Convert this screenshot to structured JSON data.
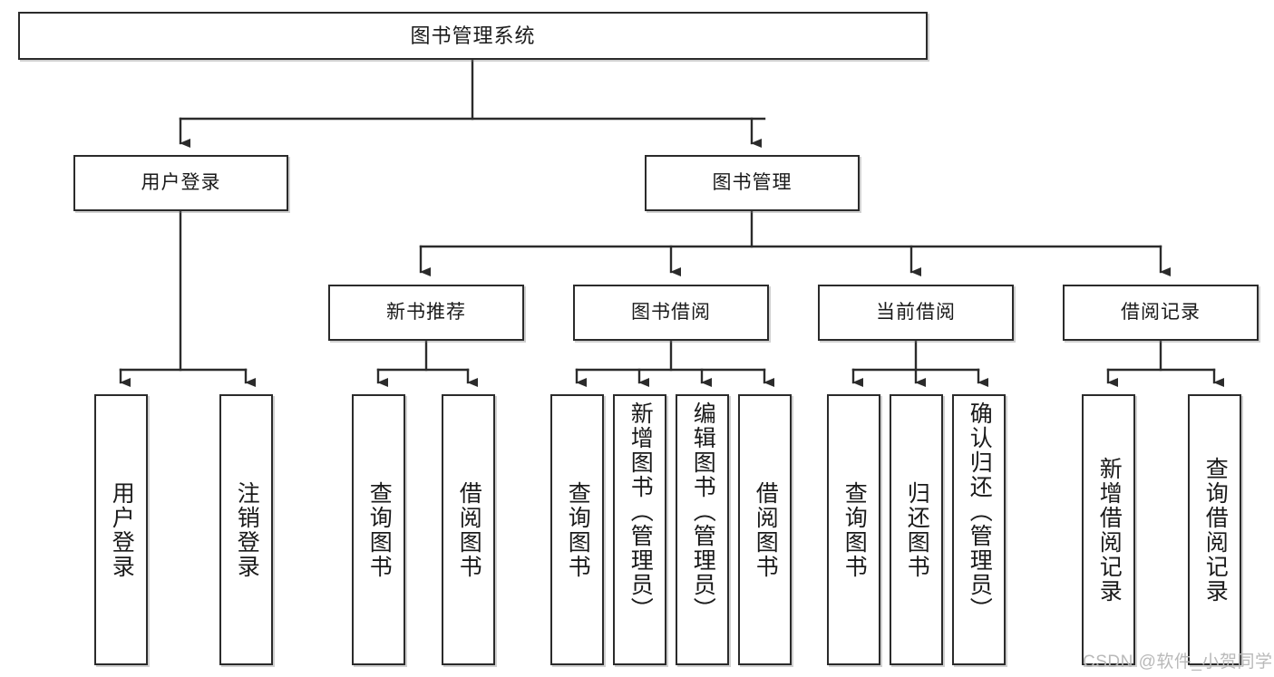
{
  "diagram": {
    "title": "图书管理系统",
    "type": "tree",
    "nodes": {
      "root": {
        "label": "图书管理系统"
      },
      "level1": [
        {
          "id": "user-login",
          "label": "用户登录"
        },
        {
          "id": "book-manage",
          "label": "图书管理"
        }
      ],
      "level2": [
        {
          "id": "new-book-recommend",
          "label": "新书推荐"
        },
        {
          "id": "book-borrow",
          "label": "图书借阅"
        },
        {
          "id": "current-borrow",
          "label": "当前借阅"
        },
        {
          "id": "borrow-record",
          "label": "借阅记录"
        }
      ],
      "leaves": [
        {
          "id": "leaf-user-login",
          "parent": "user-login",
          "label": "用户登录"
        },
        {
          "id": "leaf-user-logout",
          "parent": "user-login",
          "label": "注销登录"
        },
        {
          "id": "leaf-query-book-1",
          "parent": "new-book-recommend",
          "label": "查询图书"
        },
        {
          "id": "leaf-borrow-book-1",
          "parent": "new-book-recommend",
          "label": "借阅图书"
        },
        {
          "id": "leaf-query-book-2",
          "parent": "book-borrow",
          "label": "查询图书"
        },
        {
          "id": "leaf-add-book",
          "parent": "book-borrow",
          "label": "新增图书（管理员）"
        },
        {
          "id": "leaf-edit-book",
          "parent": "book-borrow",
          "label": "编辑图书（管理员）"
        },
        {
          "id": "leaf-borrow-book-2",
          "parent": "book-borrow",
          "label": "借阅图书"
        },
        {
          "id": "leaf-query-book-3",
          "parent": "current-borrow",
          "label": "查询图书"
        },
        {
          "id": "leaf-return-book",
          "parent": "current-borrow",
          "label": "归还图书"
        },
        {
          "id": "leaf-confirm-return",
          "parent": "current-borrow",
          "label": "确认归还（管理员）"
        },
        {
          "id": "leaf-add-record",
          "parent": "borrow-record",
          "label": "新增借阅记录"
        },
        {
          "id": "leaf-query-record",
          "parent": "borrow-record",
          "label": "查询借阅记录"
        }
      ]
    },
    "colors": {
      "border": "#2b2b2b",
      "background": "#ffffff",
      "text": "#1a1a1a",
      "watermark": "#b9b9b9"
    }
  },
  "watermark": {
    "text": "CSDN @软件_小贺同学"
  }
}
